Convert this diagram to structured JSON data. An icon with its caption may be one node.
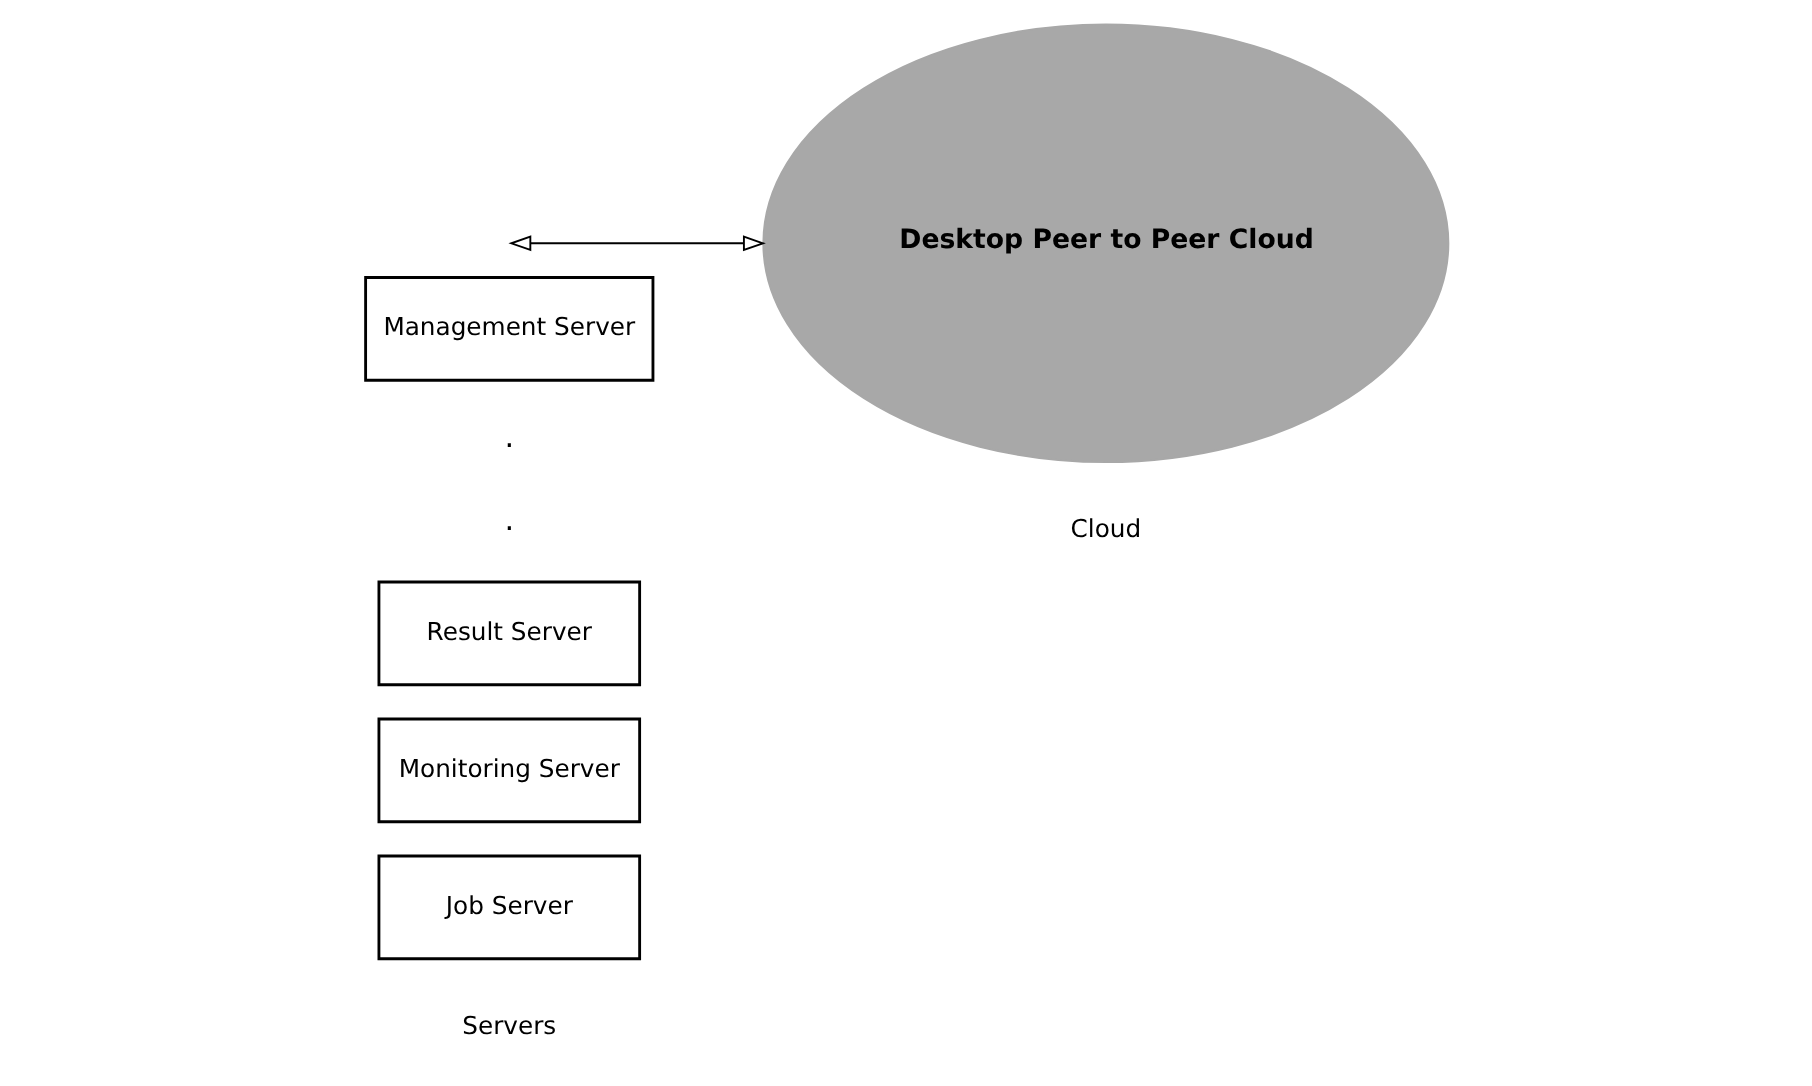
{
  "diagram": {
    "nodes": [
      {
        "text": [
          "Job Server"
        ]
      },
      {
        "text": [
          "Monitoring Server"
        ]
      },
      {
        "text": [
          "Result Server"
        ]
      },
      {
        "text": [
          "Management Server"
        ]
      },
      {
        "text": [
          "Desktop Peer to Peer Cloud"
        ]
      }
    ],
    "edges": [
      {
        "from": null,
        "to": 4,
        "arrow": "both"
      }
    ],
    "labels": [
      "Servers",
      "Cloud",
      ".",
      "."
    ]
  }
}
